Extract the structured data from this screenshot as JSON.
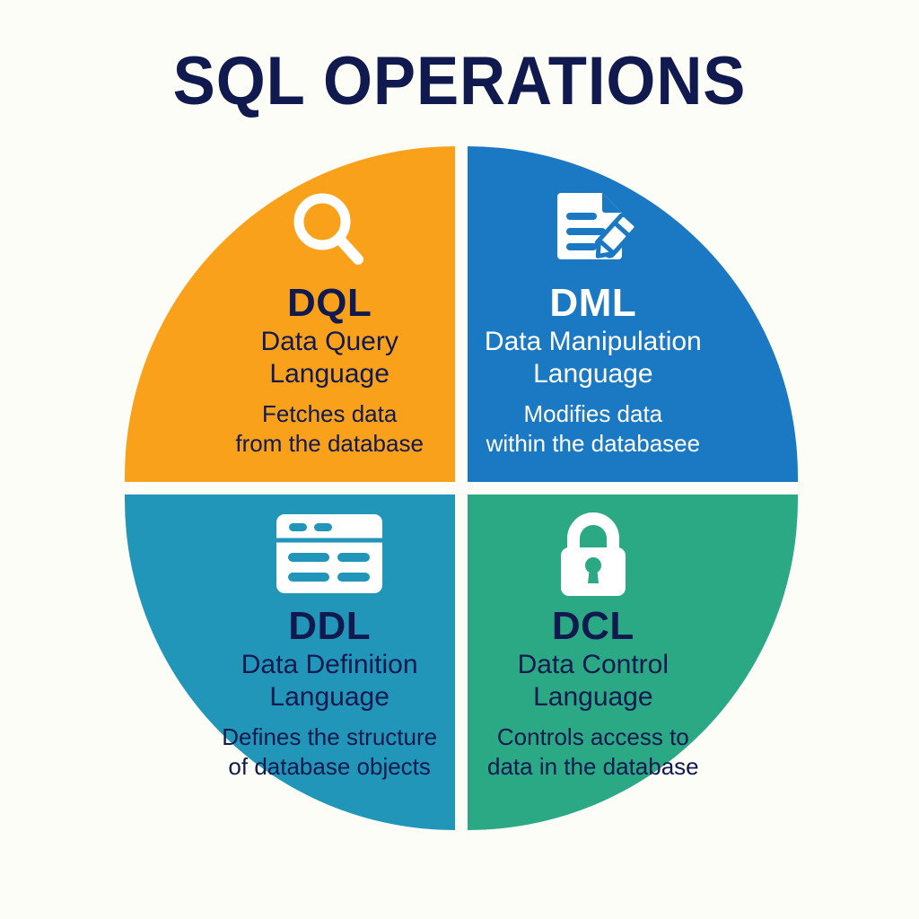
{
  "page": {
    "title": "SQL OPERATIONS",
    "background_color": "#fdfdf7",
    "text_dark": "#111a4e"
  },
  "quadrants": [
    {
      "id": "dql",
      "position": "top-left",
      "acronym": "DQL",
      "name_line1": "Data Query",
      "name_line2": "Language",
      "desc_line1": "Fetches data",
      "desc_line2": "from the database",
      "icon": "magnifier-icon",
      "color": "#f9a11b",
      "text_color": "#111a4e"
    },
    {
      "id": "dml",
      "position": "top-right",
      "acronym": "DML",
      "name_line1": "Data Manipulation",
      "name_line2": "Language",
      "desc_line1": "Modifies data",
      "desc_line2": "within the databasee",
      "icon": "document-pencil-icon",
      "color": "#1b79c4",
      "text_color": "#ffffff"
    },
    {
      "id": "ddl",
      "position": "bottom-left",
      "acronym": "DDL",
      "name_line1": "Data Definition",
      "name_line2": "Language",
      "desc_line1": "Defines the structure",
      "desc_line2": "of database objects",
      "icon": "table-window-icon",
      "color": "#2196b8",
      "text_color": "#111a4e"
    },
    {
      "id": "dcl",
      "position": "bottom-right",
      "acronym": "DCL",
      "name_line1": "Data Control",
      "name_line2": "Language",
      "desc_line1": "Controls access to",
      "desc_line2": "data in the database",
      "icon": "padlock-icon",
      "color": "#2ba884",
      "text_color": "#111a4e"
    }
  ]
}
